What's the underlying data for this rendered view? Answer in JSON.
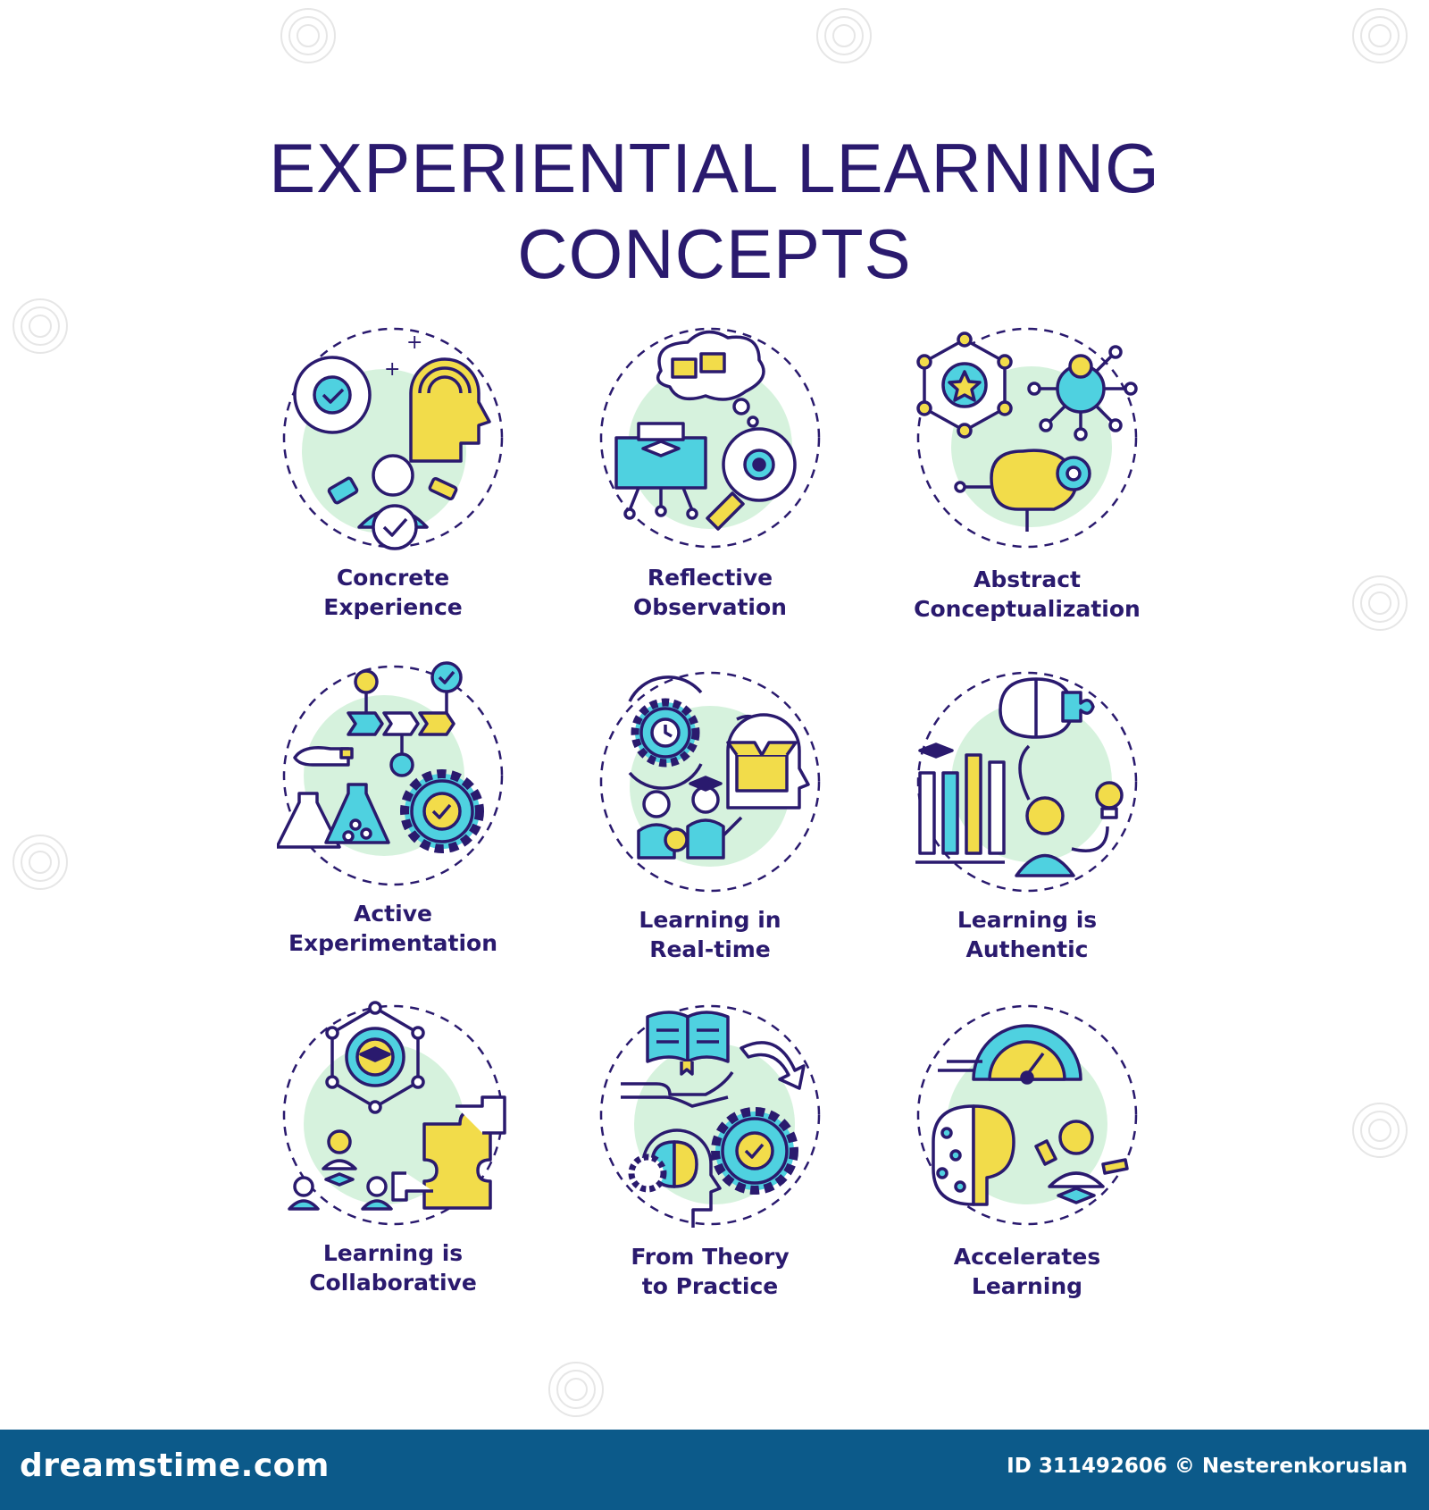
{
  "title": {
    "line1": "EXPERIENTIAL LEARNING",
    "line2": "CONCEPTS"
  },
  "colors": {
    "outline": "#2a1a6e",
    "cyan": "#4fd1e0",
    "yellow": "#f2dc4a",
    "circle_fill": "#d6f2dd",
    "footer": "#0c5a8a"
  },
  "concepts": [
    {
      "line1": "Concrete",
      "line2": "Experience",
      "icon": "brain-gear-head-person-icon"
    },
    {
      "line1": "Reflective",
      "line2": "Observation",
      "icon": "thought-puzzle-magnifier-icon"
    },
    {
      "line1": "Abstract",
      "line2": "Conceptualization",
      "icon": "network-star-brain-icon"
    },
    {
      "line1": "Active",
      "line2": "Experimentation",
      "icon": "flask-gear-flow-icon"
    },
    {
      "line1": "Learning in",
      "line2": "Real-time",
      "icon": "clock-gear-box-head-icon"
    },
    {
      "line1": "Learning is",
      "line2": "Authentic",
      "icon": "brain-chart-lightbulb-icon"
    },
    {
      "line1": "Learning is",
      "line2": "Collaborative",
      "icon": "team-puzzle-hands-icon"
    },
    {
      "line1": "From Theory",
      "line2": "to Practice",
      "icon": "book-hand-gear-head-icon"
    },
    {
      "line1": "Accelerates",
      "line2": "Learning",
      "icon": "speedometer-brain-person-icon"
    }
  ],
  "footer": {
    "brand": "dreamstime.com",
    "credit": "ID 311492606 © Nesterenkoruslan"
  }
}
